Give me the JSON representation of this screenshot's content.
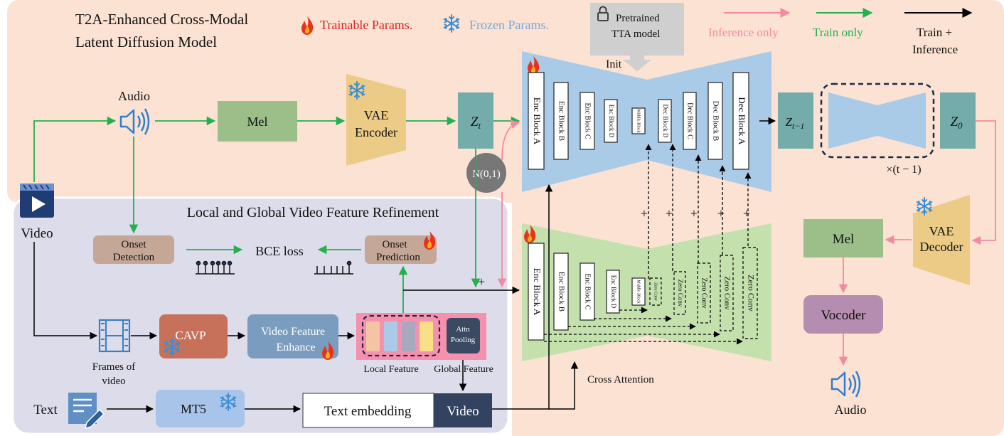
{
  "header": {
    "title_line1": "T2A-Enhanced Cross-Modal",
    "title_line2": "Latent Diffusion Model",
    "trainable": "Trainable Params.",
    "frozen": "Frozen Params.",
    "pretrained_line1": "Pretrained",
    "pretrained_line2": "TTA model",
    "init": "Init"
  },
  "legend": {
    "inference_only": "Inference only",
    "train_only": "Train only",
    "train_inference_line1": "Train +",
    "train_inference_line2": "Inference"
  },
  "colors": {
    "inference": "#f48aa0",
    "train": "#22b14c",
    "both": "#000000",
    "trainable_text": "#e02020",
    "frozen_text": "#7aa7d8"
  },
  "pipeline": {
    "audio": "Audio",
    "mel": "Mel",
    "vae_encoder_line1": "VAE",
    "vae_encoder_line2": "Encoder",
    "zt_base": "Z",
    "zt_sub": "t",
    "noise": "N(0,1)",
    "zt1_base": "Z",
    "zt1_sub": "t−1",
    "z0_base": "Z",
    "z0_sub": "0",
    "repeat": "×(t − 1)"
  },
  "unet": {
    "blocks": [
      "Enc Block A",
      "Enc Block B",
      "Enc Block C",
      "Enc Block D",
      "Middle Block",
      "Dec Block D",
      "Dec Block C",
      "Dec Block B",
      "Dec Block A"
    ]
  },
  "controlnet": {
    "blocks": [
      "Enc Block A",
      "Enc Block B",
      "Enc Block C",
      "Enc Block D",
      "Middle Block",
      "Zero Conv",
      "Zero Conv",
      "Zero Conv",
      "Zero Conv",
      "Zero Conv"
    ],
    "plus": "+"
  },
  "refinement": {
    "title": "Local and Global Video Feature Refinement",
    "video": "Video",
    "onset_detection_line1": "Onset",
    "onset_detection_line2": "Detection",
    "bce": "BCE loss",
    "onset_prediction_line1": "Onset",
    "onset_prediction_line2": "Prediction",
    "frames_line1": "Frames of",
    "frames_line2": "video",
    "cavp": "CAVP",
    "vfe_line1": "Video Feature",
    "vfe_line2": "Enhance",
    "attn_line1": "Attn",
    "attn_line2": "Pooling",
    "local_feature": "Local Feature",
    "global_feature": "Global Feature",
    "text": "Text",
    "mt5": "MT5",
    "text_embedding": "Text embedding",
    "video_token": "Video",
    "cross_attention": "Cross Attention"
  },
  "output": {
    "mel": "Mel",
    "vae_decoder_line1": "VAE",
    "vae_decoder_line2": "Decoder",
    "vocoder": "Vocoder",
    "audio": "Audio"
  }
}
